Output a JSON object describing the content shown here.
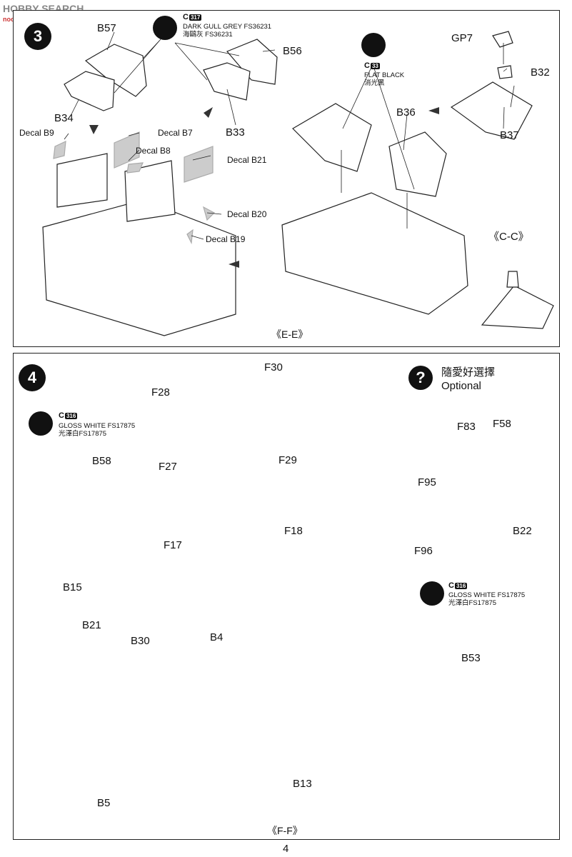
{
  "watermark": {
    "logo": "HOBBY SEARCH",
    "site": "noo-shop.com"
  },
  "steps": [
    {
      "number": "3",
      "section": "《E-E》",
      "paints": [
        {
          "code": "C",
          "num": "317",
          "name_en": "DARK GULL GREY FS36231",
          "name_cn": "海鷗灰 FS36231"
        },
        {
          "code": "C",
          "num": "33",
          "name_en": "FLAT BLACK",
          "name_cn": "消光黑"
        }
      ],
      "parts": [
        "B57",
        "B56",
        "B34",
        "B33",
        "GP7",
        "B32",
        "B36",
        "B37"
      ],
      "decals": [
        "Decal B9",
        "Decal B7",
        "Decal B8",
        "Decal B21",
        "Decal B20",
        "Decal B19"
      ],
      "detail_ref": "《C-C》",
      "detail_part": "C-C"
    },
    {
      "number": "4",
      "section": "《F-F》",
      "optional": {
        "cn": "隨愛好選擇",
        "en": "Optional"
      },
      "paints": [
        {
          "code": "C",
          "num": "316",
          "name_en": "GLOSS WHITE FS17875",
          "name_cn": "光澤白FS17875"
        },
        {
          "code": "C",
          "num": "316",
          "name_en": "GLOSS WHITE FS17875",
          "name_cn": "光澤白FS17875"
        }
      ],
      "parts": [
        "F30",
        "F28",
        "F27",
        "F29",
        "F17",
        "F18",
        "F83",
        "F58",
        "F95",
        "F96",
        "B22",
        "B58",
        "B15",
        "B21",
        "B30",
        "B4",
        "B13",
        "B5",
        "B53"
      ]
    }
  ],
  "page_number": "4"
}
